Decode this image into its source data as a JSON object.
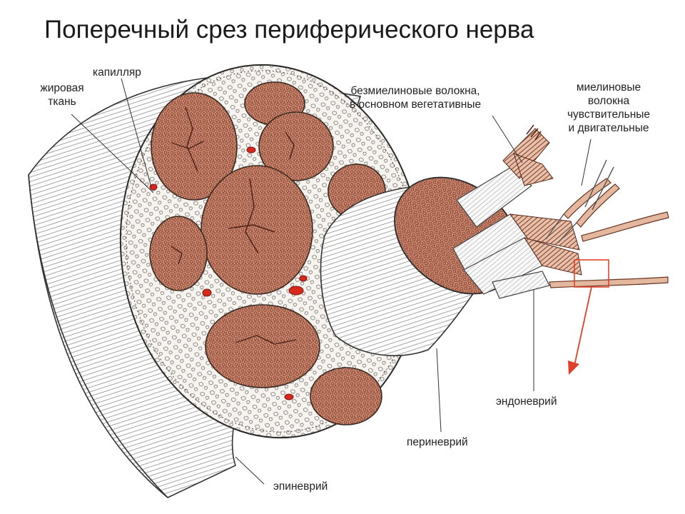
{
  "slide": {
    "title": "Поперечный срез периферического нерва"
  },
  "labels": {
    "capillary": [
      "капилляр"
    ],
    "fat_tissue": [
      "жировая",
      "ткань"
    ],
    "unmyelinated": [
      "безмиелиновые волокна,",
      "в основном вегетативные"
    ],
    "myelinated": [
      "миелиновые",
      "волокна",
      "чувствительные",
      "и двигательные"
    ],
    "endoneurium": [
      "эндоневрий"
    ],
    "perineurium": [
      "периневрий"
    ],
    "epineurium": [
      "эпиневрий"
    ]
  },
  "colors": {
    "fascicle_fill": "#c9866e",
    "fascicle_dark": "#7a3a2a",
    "capillary_red": "#d8281c",
    "pointer_red": "#e0412a",
    "outline": "#2a2a2a",
    "stroke_gray": "#555555"
  }
}
